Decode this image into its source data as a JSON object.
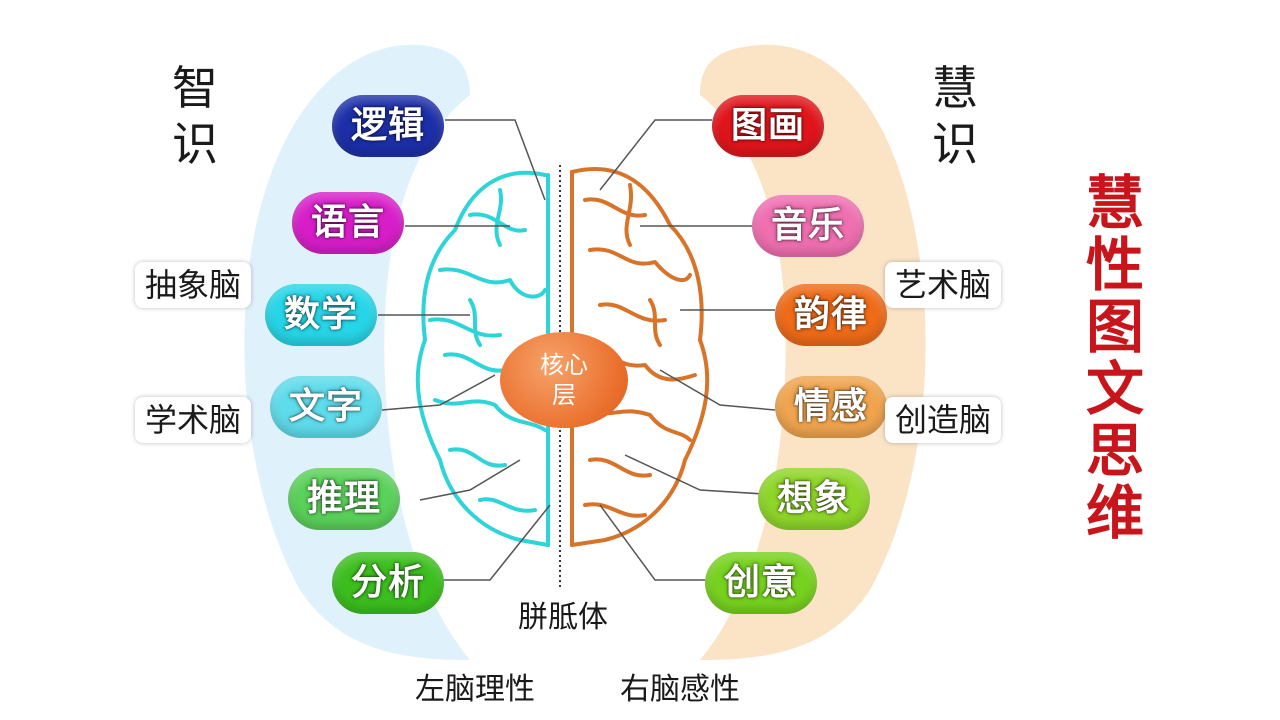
{
  "left_column": {
    "title_chars": [
      "智",
      "识"
    ],
    "pills": [
      {
        "label": "逻辑",
        "color": "#1d2fa8"
      },
      {
        "label": "语言",
        "color": "#d81ec9"
      },
      {
        "label": "数学",
        "color": "#26d6e8"
      },
      {
        "label": "文字",
        "color": "#5fdceb"
      },
      {
        "label": "推理",
        "color": "#5ad15a"
      },
      {
        "label": "分析",
        "color": "#3cbf1e"
      }
    ],
    "tags": [
      "抽象脑",
      "学术脑"
    ],
    "band_color": "#dff1fb"
  },
  "right_column": {
    "title_chars": [
      "慧",
      "识"
    ],
    "pills": [
      {
        "label": "图画",
        "color": "#e0151b"
      },
      {
        "label": "音乐",
        "color": "#ef6fb1"
      },
      {
        "label": "韵律",
        "color": "#ee6b18"
      },
      {
        "label": "情感",
        "color": "#f0a44e"
      },
      {
        "label": "想象",
        "color": "#8fd62a"
      },
      {
        "label": "创意",
        "color": "#77d21f"
      }
    ],
    "tags": [
      "艺术脑",
      "创造脑"
    ],
    "band_color": "#fbe3c6"
  },
  "brain": {
    "left_color": "#2fd4d8",
    "right_color": "#d8742a",
    "core_lines": [
      "核心",
      "层"
    ],
    "corpus_label": "胼胝体"
  },
  "bottom": {
    "left_label": "左脑理性",
    "right_label": "右脑感性"
  },
  "side_title_chars": [
    "慧",
    "性",
    "图",
    "文",
    "思",
    "维"
  ],
  "side_title_color": "#c8151b"
}
